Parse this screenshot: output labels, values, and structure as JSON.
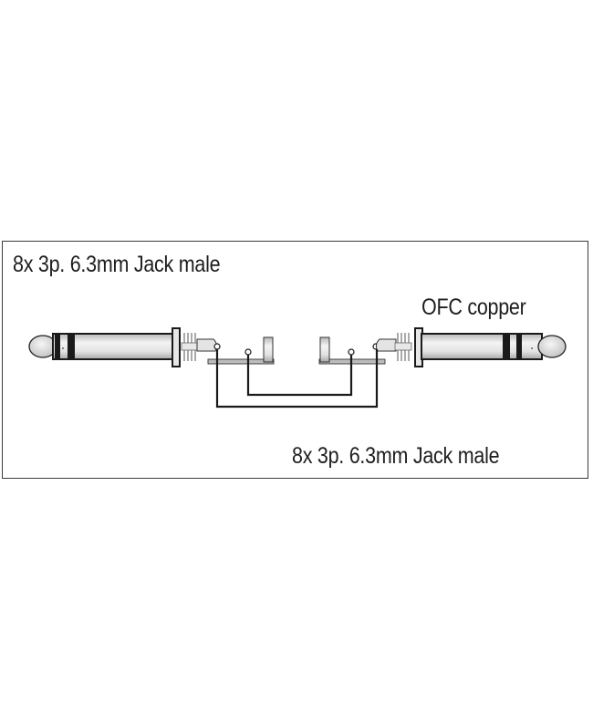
{
  "diagram": {
    "type": "cable wiring diagram",
    "labels": {
      "left_connector": "8x 3p. 6.3mm Jack male",
      "cable": "OFC copper",
      "right_connector": "8x 3p. 6.3mm Jack male"
    },
    "connectors": [
      {
        "side": "left",
        "kind": "6.3mm stereo jack plug (TRS), male",
        "pins": [
          "tip",
          "ring",
          "sleeve"
        ]
      },
      {
        "side": "right",
        "kind": "6.3mm stereo jack plug (TRS), male",
        "pins": [
          "tip",
          "ring",
          "sleeve"
        ]
      }
    ],
    "wires": [
      {
        "from": "left terminal (outer)",
        "to": "right terminal (outer)"
      },
      {
        "from": "left terminal (inner)",
        "to": "right terminal (inner)"
      }
    ],
    "colors": {
      "line": "#1a1a1a",
      "body_fill": "#e6e6e6",
      "frame": "#3a3a3a",
      "background": "#ffffff"
    }
  }
}
